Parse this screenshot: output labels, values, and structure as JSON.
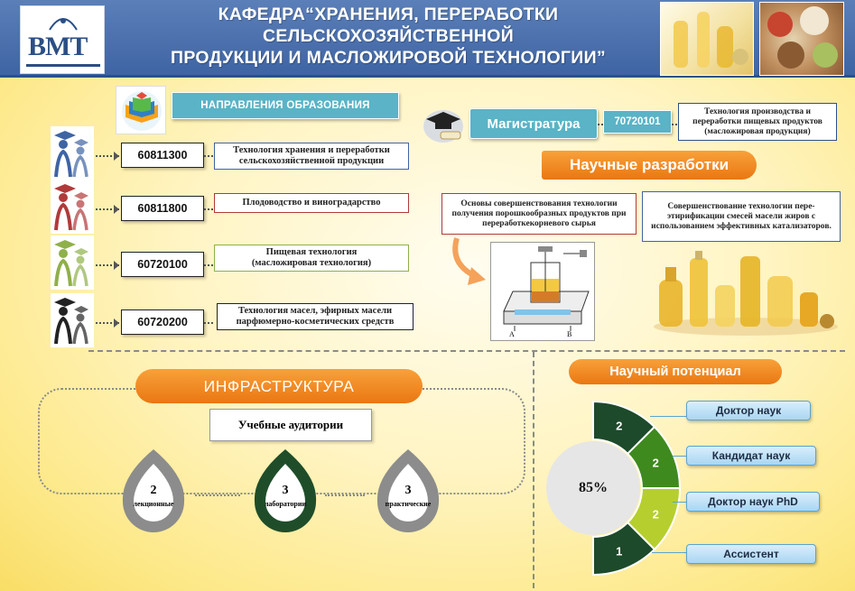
{
  "header": {
    "title": "КАФЕДРА“ХРАНЕНИЯ,  ПЕРЕРАБОТКИ\nСЕЛЬСКОХОЗЯЙСТВЕННОЙ\nПРОДУКЦИИ И МАСЛОЖИРОВОЙ  ТЕХНОЛОГИИ”",
    "logo_text": "ВМТ"
  },
  "education": {
    "heading": "НАПРАВЛЕНИЯ  ОБРАЗОВАНИЯ",
    "programs": [
      {
        "code": "60811300",
        "name": "Технология хранения и переработки сельскохозяйственной продукции",
        "color": "#3f64a3"
      },
      {
        "code": "60811800",
        "name": "Плодоводство и виноградарство",
        "color": "#b03a3a"
      },
      {
        "code": "60720100",
        "name": "Пищевая технология\n(масложировая технология)",
        "color": "#8fb04a"
      },
      {
        "code": "60720200",
        "name": "Технология масел, эфирных масели парфюмерно-косметических средств",
        "color": "#222222"
      }
    ]
  },
  "masters": {
    "label": "Магистратура",
    "code": "70720101",
    "name": "Технология производства и переработки пищевых продуктов (масложировая продукция)"
  },
  "research": {
    "heading": "Научные разработки",
    "item1": "Основы совершенствования технологии получения порошкообразных продуктов при переработкекорневого сырья",
    "item2": "Совершенствование технологии пере-этирификации  смесей масели жиров с использованием эффективных катализаторов.",
    "diagram_labels": [
      "A",
      "B"
    ]
  },
  "infrastructure": {
    "heading": "ИНФРАСТРУКТУРА",
    "subheading": "Учебные аудитории",
    "rooms": [
      {
        "count": "2",
        "label": "лекционные",
        "color": "#8c8c8c"
      },
      {
        "count": "3",
        "label": "лаборатории",
        "color": "#1f4d2a"
      },
      {
        "count": "3",
        "label": "практические",
        "color": "#8c8c8c"
      }
    ]
  },
  "potential": {
    "heading": "Научный потенциал",
    "percent": "85%",
    "segments": [
      {
        "value": "2",
        "label": "Доктор наук",
        "color": "#1d4a2a"
      },
      {
        "value": "2",
        "label": "Кандидат наук",
        "color": "#3f8a1e"
      },
      {
        "value": "2",
        "label": "Доктор наук PhD",
        "color": "#b6cf2e"
      },
      {
        "value": "1",
        "label": "Ассистент",
        "color": "#1d4a2a"
      }
    ]
  },
  "colors": {
    "header": "#3f64a3",
    "orange": "#ea7712",
    "teal": "#5ab3c6",
    "background": "#fde98a"
  }
}
